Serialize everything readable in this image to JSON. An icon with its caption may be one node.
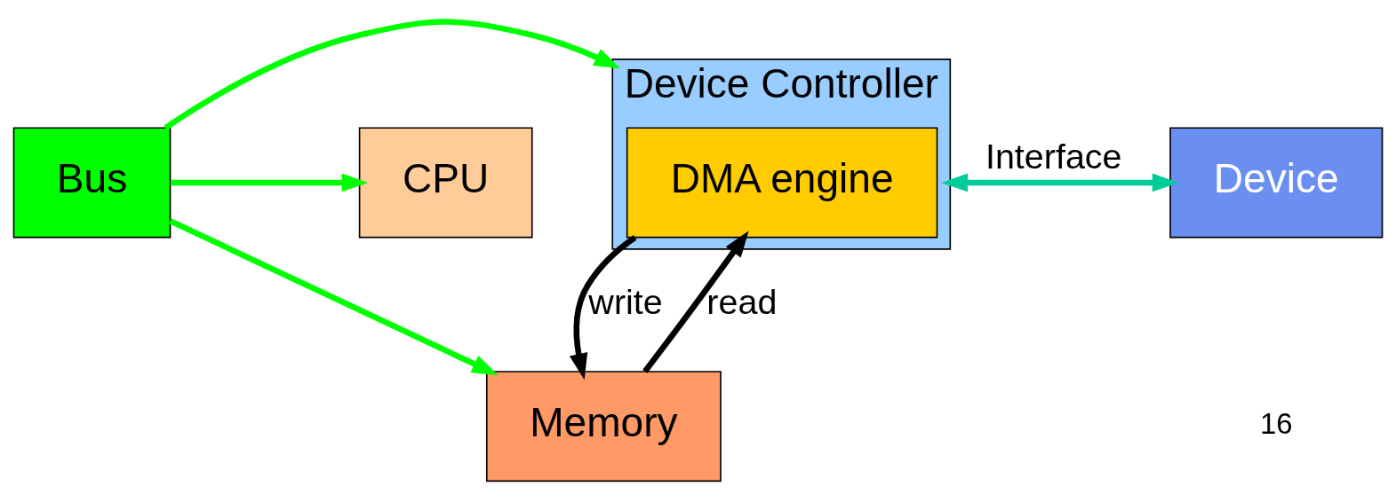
{
  "diagram": {
    "nodes": [
      {
        "text": [
          "CPU"
        ]
      },
      {
        "text": [
          "Bus"
        ]
      },
      {
        "text": [
          "Device Controller"
        ]
      },
      {
        "text": [
          "DMA engine"
        ],
        "in": 2
      },
      {
        "text": [
          "Device"
        ]
      },
      {
        "text": [
          "Memory"
        ]
      }
    ],
    "edges": [
      {
        "from": 1,
        "to": 0,
        "arrow": "to",
        "color": "#00ff00"
      },
      {
        "from": 1,
        "to": 2,
        "arrow": "to",
        "color": "#00ff00"
      },
      {
        "from": 1,
        "to": 5,
        "arrow": "to",
        "color": "#00ff00"
      },
      {
        "from": 2,
        "to": 4,
        "arrow": "both",
        "label": "Interface",
        "color": "#00cc99"
      },
      {
        "from": 3,
        "to": 5,
        "arrow": "to",
        "label": "write",
        "color": "#000000"
      },
      {
        "from": 5,
        "to": 3,
        "arrow": "to",
        "label": "read",
        "color": "#000000"
      }
    ],
    "labels": [
      "16"
    ]
  }
}
